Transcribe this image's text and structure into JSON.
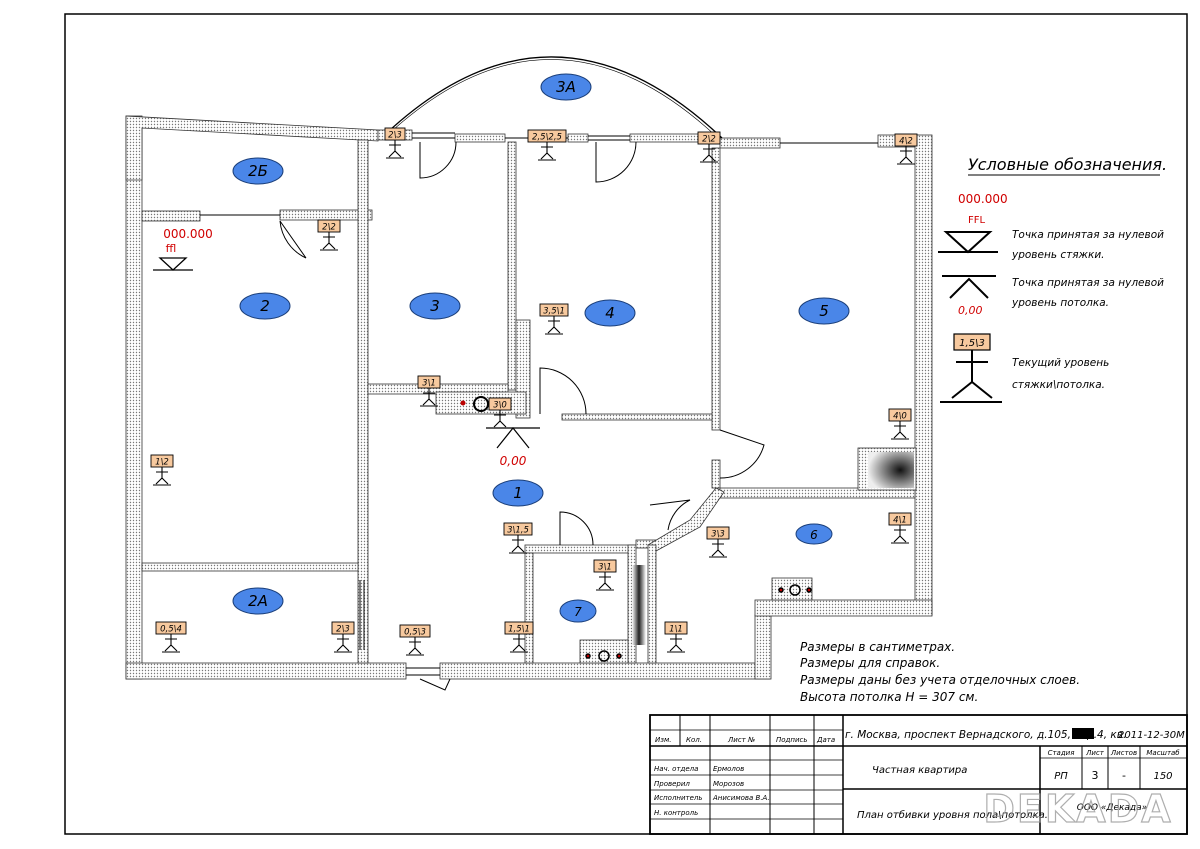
{
  "rooms": [
    {
      "id": "r1",
      "label": "1"
    },
    {
      "id": "r2",
      "label": "2"
    },
    {
      "id": "r2a",
      "label": "2А"
    },
    {
      "id": "r2b",
      "label": "2Б"
    },
    {
      "id": "r3",
      "label": "3"
    },
    {
      "id": "r3a",
      "label": "3А"
    },
    {
      "id": "r4",
      "label": "4"
    },
    {
      "id": "r5",
      "label": "5"
    },
    {
      "id": "r6",
      "label": "6"
    },
    {
      "id": "r7",
      "label": "7"
    }
  ],
  "level_marks": [
    "2\\3",
    "2,5\\2,5",
    "2\\2",
    "4\\2",
    "2\\2",
    "3,5\\1",
    "3\\1",
    "3\\0",
    "4\\0",
    "1\\2",
    "3\\1,5",
    "3\\3",
    "4\\1",
    "3\\1",
    "0,5\\4",
    "2\\3",
    "0,5\\3",
    "1,5\\1",
    "1\\1"
  ],
  "zero_marks": {
    "floor_value": "000.000",
    "floor_code": "ffl",
    "ceiling_value": "0,00"
  },
  "legend": {
    "title": "Условные обозначения.",
    "floor_value": "000.000",
    "floor_code": "FFL",
    "floor_desc_1": "Точка принятая за нулевой",
    "floor_desc_2": "уровень стяжки.",
    "ceiling_desc_1": "Точка принятая за нулевой",
    "ceiling_desc_2": "уровень потолка.",
    "ceiling_value": "0,00",
    "current_mark": "1,5\\3",
    "current_desc_1": "Текущий уровень",
    "current_desc_2": "стяжки\\потолка."
  },
  "notes": [
    "Размеры в сантиметрах.",
    "Размеры для справок.",
    "Размеры даны без учета отделочных слоев.",
    "Высота потолка H = 307 см."
  ],
  "title_block": {
    "address": "г. Москва, проспект Вернадского, д.105, кор.4, кв.",
    "code": "2011-12-30М",
    "project": "Частная квартира",
    "sheet_title": "План отбивки уровня пола\\потолка.",
    "company": "ООО «Декада»",
    "col_izm": "Изм.",
    "col_kol": "Кол.",
    "col_list": "Лист №",
    "col_podpis": "Подпись",
    "col_data": "Дата",
    "role1": "Нач. отдела",
    "role2": "Проверил",
    "role3": "Исполнитель",
    "role4": "Н. контроль",
    "name1": "Ермолов",
    "name2": "Морозов",
    "name3": "Анисимова В.А.",
    "h_stadia": "Стадия",
    "h_list": "Лист",
    "h_listov": "Листов",
    "h_masshtab": "Масштаб",
    "v_stadia": "РП",
    "v_list": "3",
    "v_listov": "-",
    "v_masshtab": "150"
  },
  "watermark": "DEKADA",
  "colors": {
    "room_fill": "#4a86e8",
    "mark_fill": "#f7c99e",
    "red": "#d00000"
  }
}
